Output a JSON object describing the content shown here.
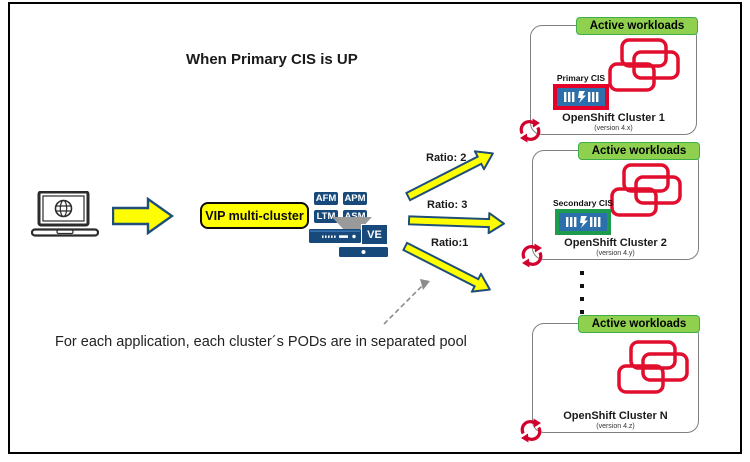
{
  "title": "When Primary CIS is UP",
  "annotation": "For each application, each cluster´s PODs are in separated pool",
  "flow": {
    "vip_label": "VIP multi-cluster",
    "bigip": {
      "modules": [
        "AFM",
        "APM",
        "LTM",
        "ASM"
      ],
      "ve_label": "VE"
    },
    "ratios": [
      "Ratio: 2",
      "Ratio: 3",
      "Ratio:1"
    ]
  },
  "clusters": [
    {
      "banner": "Active workloads",
      "cis_label": "Primary CIS",
      "name": "OpenShift Cluster 1",
      "version": "(version 4.x)"
    },
    {
      "banner": "Active workloads",
      "cis_label": "Secondary CIS",
      "name": "OpenShift Cluster 2",
      "version": "(version 4.y)"
    },
    {
      "banner": "Active workloads",
      "name": "OpenShift Cluster N",
      "version": "(version 4.z)"
    }
  ],
  "icons": {
    "client": "laptop-globe-icon",
    "flow_arrow": "yellow-block-arrow-icon",
    "bigip_appliance": "f5-appliance-icon",
    "workloads": "pods-stack-icon",
    "openshift_logo": "openshift-circular-arrows-icon",
    "cis": "cis-container-icon",
    "hint_arrow": "dashed-pointer-arrow-icon"
  },
  "colors": {
    "navy": "#17497B",
    "yellow": "#FFFF00",
    "arrow_border": "#1F4E79",
    "banner_green_fill": "#8FD14F",
    "banner_green_border": "#3FAE49",
    "workload_red": "#E20E2E",
    "openshift_red": "#D2002C",
    "cis_blue": "#2C6FAD",
    "cis_primary_border": "#E40029",
    "cis_secondary_border": "#1E9B4D"
  }
}
